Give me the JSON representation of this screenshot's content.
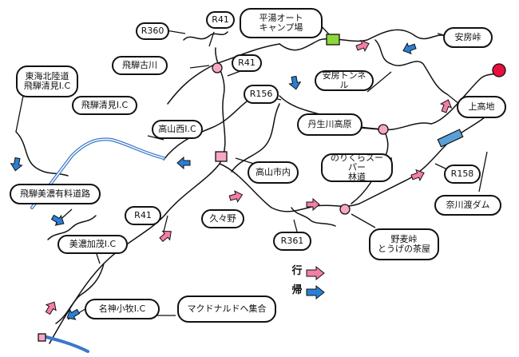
{
  "labels": {
    "r360": "R360",
    "r41_top": "R41",
    "hirayu_camp": "平湯オート\nキャンプ場",
    "abo_toge": "安房峠",
    "hida_furukawa": "飛騨古川",
    "r41_mid": "R41",
    "tokai_hokuriku": "東海北陸道\n飛騨清見I.C",
    "hida_kiyomi": "飛騨清見I.C",
    "r156": "R156",
    "abo_tunnel": "安房トンネル",
    "kamikochi": "上高地",
    "takayama_nishi": "高山西I.C",
    "nyukawa": "丹生川高原",
    "norikura": "のりくらスーパー\n林道",
    "takayama_city": "高山市内",
    "r158": "R158",
    "hida_mino": "飛騨美濃有料道路",
    "kuguno": "久々野",
    "r41_low": "R41",
    "r361": "R361",
    "nagawa_dam": "奈川渡ダム",
    "mino_kamo": "美濃加茂I.C",
    "nomugi": "野麦峠\nとうげの茶屋",
    "meishin_komaki": "名神小牧I.C",
    "mcdonalds": "マクドナルドへ集合"
  },
  "legend": {
    "go": "行",
    "return": "帰"
  },
  "colors": {
    "go_arrow": "#f37fa6",
    "return_arrow": "#2a7fd6",
    "expressway": "#3b78c9",
    "point_pink": "#f7a6c6",
    "destination_red": "#e8103c",
    "camp_green": "#8ed63c",
    "tunnel_blue": "#5aa0d8"
  }
}
